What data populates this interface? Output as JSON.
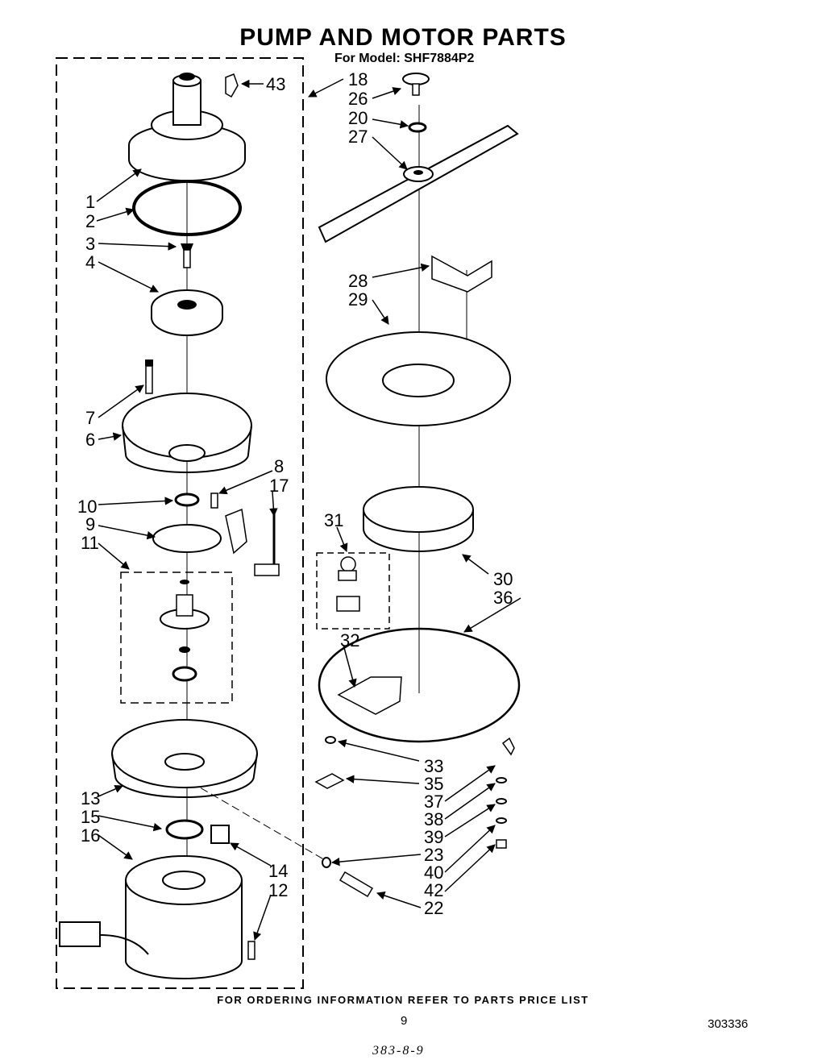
{
  "title": "PUMP AND MOTOR PARTS",
  "subtitle": "For Model: SHF7884P2",
  "footer": "FOR ORDERING INFORMATION REFER TO PARTS PRICE LIST",
  "page_number": "9",
  "document_number": "303336",
  "handwritten_note": "383-8-9",
  "callouts": [
    "1",
    "2",
    "3",
    "4",
    "6",
    "7",
    "8",
    "9",
    "10",
    "11",
    "12",
    "13",
    "14",
    "15",
    "16",
    "17",
    "18",
    "20",
    "22",
    "23",
    "26",
    "27",
    "28",
    "29",
    "30",
    "31",
    "32",
    "33",
    "35",
    "36",
    "37",
    "38",
    "39",
    "40",
    "42",
    "43"
  ]
}
